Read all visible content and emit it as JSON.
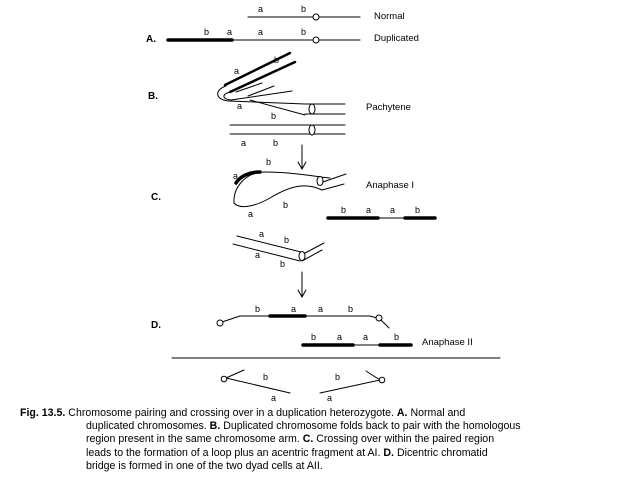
{
  "figure": {
    "panels": {
      "a": "A.",
      "b": "B.",
      "c": "C.",
      "d": "D."
    },
    "stages": {
      "normal": "Normal",
      "duplicated": "Duplicated",
      "pachytene": "Pachytene",
      "anaphase1": "Anaphase I",
      "anaphase2": "Anaphase II"
    },
    "gene_a": "a",
    "gene_b": "b"
  },
  "caption": {
    "fig_label": "Fig. 13.5.",
    "line1": "Chromosome pairing and crossing over in a duplication heterozygote.",
    "line1_a": "A.",
    "line1_end": "Normal and",
    "line2_start": "duplicated chromosomes.",
    "line2_b": "B.",
    "line2_end": "Duplicated chromosome folds back to pair with the homologous",
    "line3_start": "region present in the same chromosome arm.",
    "line3_c": "C.",
    "line3_end": "Crossing over within the paired region",
    "line4_start": "leads to the formation of a loop plus an acentric fragment at AI.",
    "line4_d": "D.",
    "line4_end": "Dicentric chromatid",
    "line5": "bridge is formed in one of the two dyad cells at AII."
  }
}
